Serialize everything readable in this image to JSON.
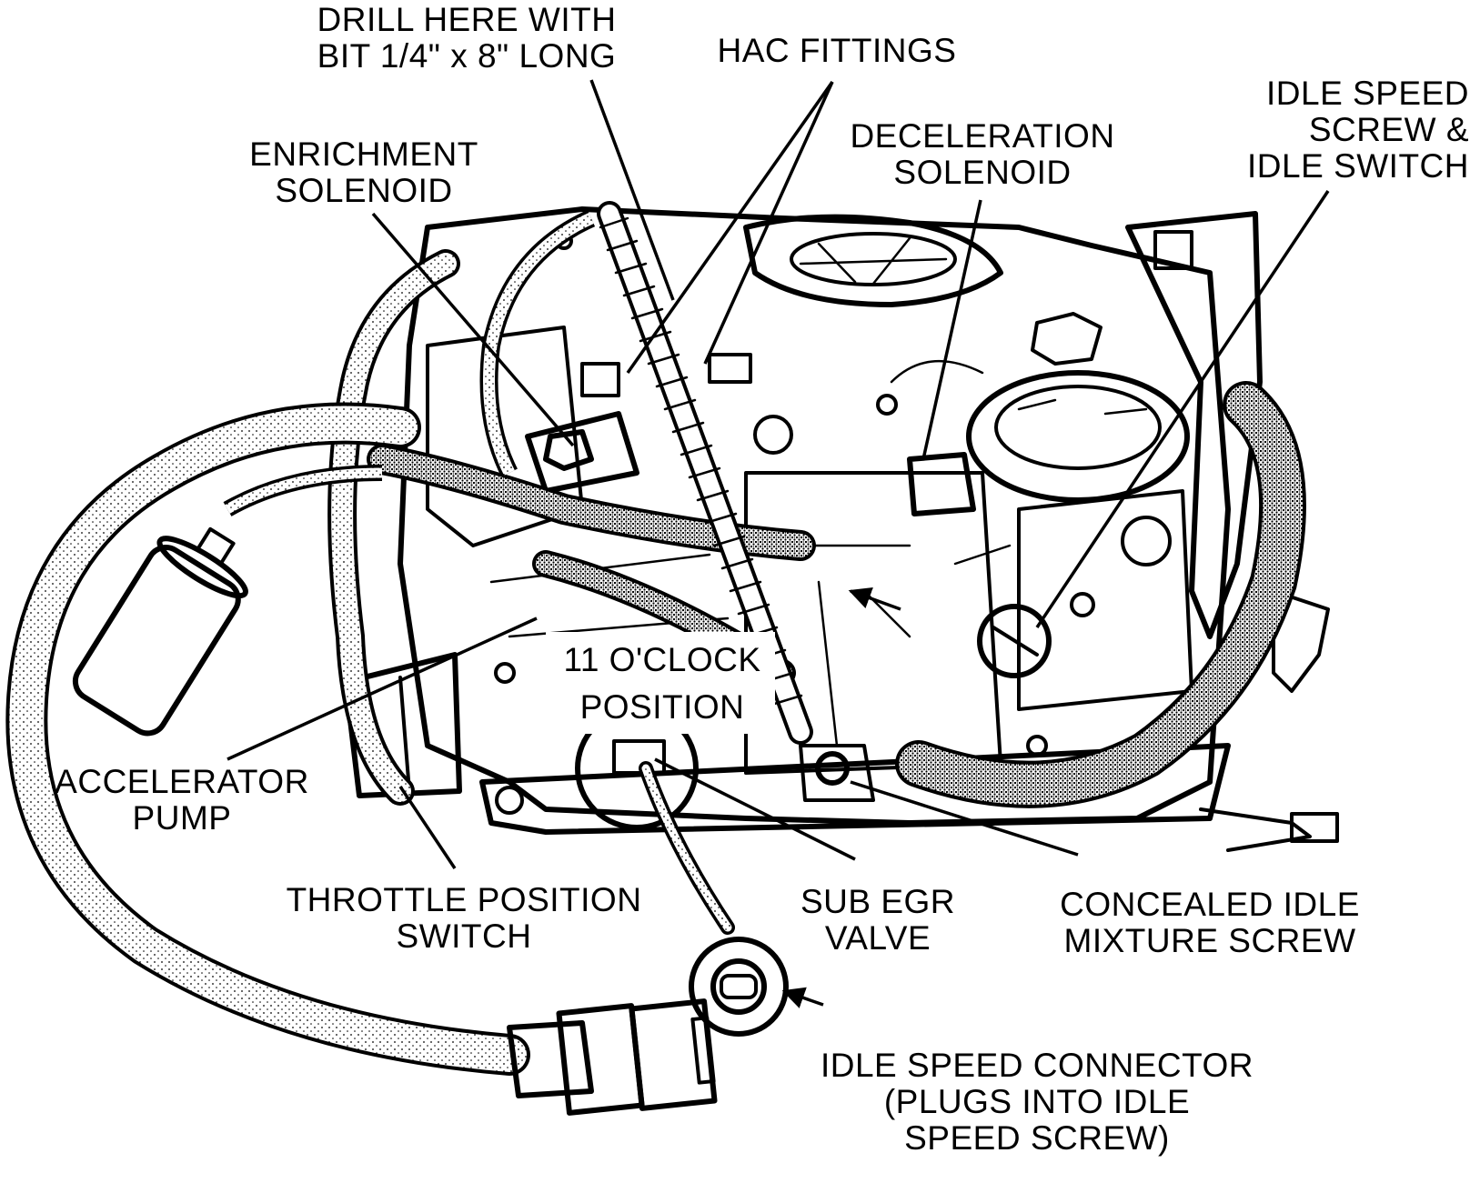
{
  "labels": {
    "drill": [
      "DRILL HERE WITH",
      "BIT 1/4\" x 8\" LONG"
    ],
    "hac": [
      "HAC FITTINGS"
    ],
    "idle_speed_screw": [
      "IDLE SPEED",
      "SCREW &",
      "IDLE SWITCH"
    ],
    "enrichment": [
      "ENRICHMENT",
      "SOLENOID"
    ],
    "deceleration": [
      "DECELERATION",
      "SOLENOID"
    ],
    "clock": [
      "11 O'CLOCK",
      "POSITION"
    ],
    "accelerator": [
      "ACCELERATOR",
      "PUMP"
    ],
    "throttle": [
      "THROTTLE POSITION",
      "SWITCH"
    ],
    "sub_egr": [
      "SUB EGR",
      "VALVE"
    ],
    "concealed": [
      "CONCEALED IDLE",
      "MIXTURE SCREW"
    ],
    "idle_connector": [
      "IDLE SPEED CONNECTOR",
      "(PLUGS INTO IDLE",
      "SPEED SCREW)"
    ]
  }
}
